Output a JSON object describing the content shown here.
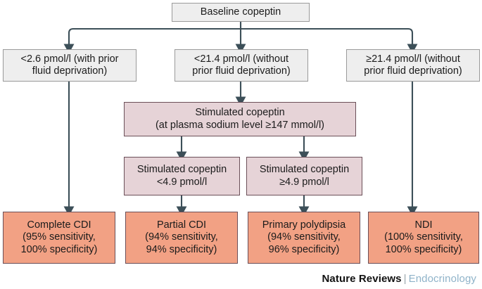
{
  "diagram": {
    "type": "flowchart",
    "title": "Baseline copeptin diagnostic algorithm",
    "colors": {
      "grey_fill": "#eeeeee",
      "grey_border": "#9a9a9a",
      "pink_fill": "#e6d3d7",
      "pink_border": "#6b4f58",
      "orange_fill": "#f2a184",
      "orange_border": "#6b4f58",
      "connector": "#3c4f58",
      "footer_journal": "#8fb3c9"
    }
  },
  "nodes": {
    "root": {
      "label": "Baseline copeptin"
    },
    "branch_left": {
      "line1": "<2.6 pmol/l (with prior",
      "line2": "fluid deprivation)"
    },
    "branch_middle": {
      "line1": "<21.4 pmol/l (without",
      "line2": "prior fluid deprivation)"
    },
    "branch_right": {
      "line1": "≥21.4 pmol/l (without",
      "line2": "prior fluid deprivation)"
    },
    "stimulated": {
      "line1": "Stimulated copeptin",
      "line2": "(at plasma sodium level ≥147 mmol/l)"
    },
    "stim_low": {
      "line1": "Stimulated copeptin",
      "line2": "<4.9 pmol/l"
    },
    "stim_high": {
      "line1": "Stimulated copeptin",
      "line2": "≥4.9 pmol/l"
    },
    "outcome_complete_cdi": {
      "line1": "Complete CDI",
      "line2": "(95% sensitivity,",
      "line3": "100% specificity)"
    },
    "outcome_partial_cdi": {
      "line1": "Partial CDI",
      "line2": "(94% sensitivity,",
      "line3": "94% specificity)"
    },
    "outcome_primary_polydipsia": {
      "line1": "Primary polydipsia",
      "line2": "(94% sensitivity,",
      "line3": "96% specificity)"
    },
    "outcome_ndi": {
      "line1": "NDI",
      "line2": "(100% sensitivity,",
      "line3": "100% specificity)"
    }
  },
  "footer": {
    "publisher": "Nature Reviews",
    "separator": "|",
    "journal": "Endocrinology"
  }
}
